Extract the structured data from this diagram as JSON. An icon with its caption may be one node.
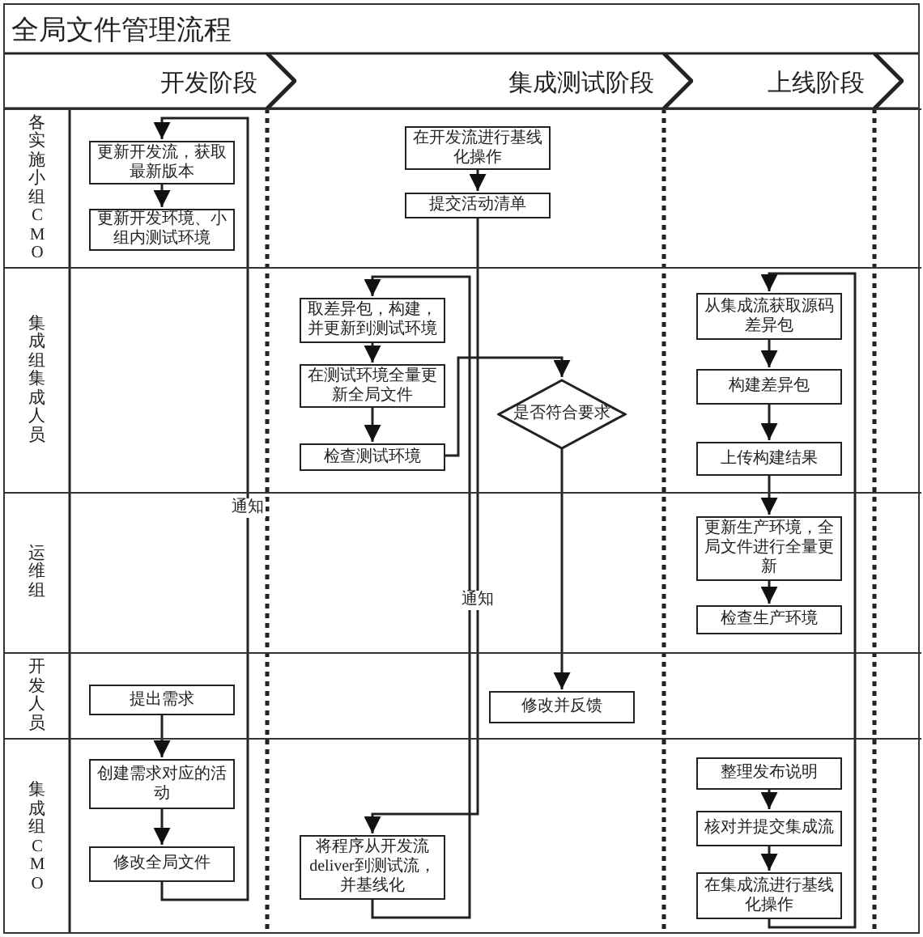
{
  "diagram": {
    "title": "全局文件管理流程",
    "nodes": [
      {
        "text": [
          "开发阶段"
        ]
      },
      {
        "text": [
          "集成测试阶段"
        ]
      },
      {
        "text": [
          "上线阶段"
        ]
      },
      {
        "text": [
          "各实施小组CMO"
        ]
      },
      {
        "text": [
          "更新开发流，获取最新版本"
        ],
        "in": 3
      },
      {
        "text": [
          "更新开发环境、小组内测试环境"
        ],
        "in": 3
      },
      {
        "text": [
          "在开发流进行基线化操作"
        ],
        "in": 3
      },
      {
        "text": [
          "提交活动清单"
        ],
        "in": 3
      },
      {
        "text": [
          "集成组集成人员"
        ]
      },
      {
        "text": [
          "取差异包，构建，并更新到测试环境"
        ],
        "in": 8
      },
      {
        "text": [
          "在测试环境全量更新全局文件"
        ],
        "in": 8
      },
      {
        "text": [
          "检查测试环境"
        ],
        "in": 8
      },
      {
        "text": [
          "是否符合要求"
        ],
        "in": 8
      },
      {
        "text": [
          "从集成流获取源码差异包"
        ],
        "in": 8
      },
      {
        "text": [
          "构建差异包"
        ],
        "in": 8
      },
      {
        "text": [
          "上传构建结果"
        ],
        "in": 8
      },
      {
        "text": [
          "运维组"
        ]
      },
      {
        "text": [
          "更新生产环境，全局文件进行全量更新"
        ],
        "in": 16
      },
      {
        "text": [
          "检查生产环境"
        ],
        "in": 16
      },
      {
        "text": [
          "开发人员"
        ]
      },
      {
        "text": [
          "提出需求"
        ],
        "in": 19
      },
      {
        "text": [
          "修改并反馈"
        ],
        "in": 19
      },
      {
        "text": [
          "集成组CMO"
        ]
      },
      {
        "text": [
          "创建需求对应的活动"
        ],
        "in": 22
      },
      {
        "text": [
          "修改全局文件"
        ],
        "in": 22
      },
      {
        "text": [
          "将程序从开发流deliver到测试流，并基线化"
        ],
        "in": 22
      },
      {
        "text": [
          "整理发布说明"
        ],
        "in": 22
      },
      {
        "text": [
          "核对并提交集成流"
        ],
        "in": 22
      },
      {
        "text": [
          "在集成流进行基线化操作"
        ],
        "in": 22
      }
    ],
    "edges": [
      {
        "from": 4,
        "to": 5,
        "arrow": "to"
      },
      {
        "from": 20,
        "to": 23,
        "arrow": "to"
      },
      {
        "from": 23,
        "to": 24,
        "arrow": "to"
      },
      {
        "from": 24,
        "to": 4,
        "arrow": "to",
        "label": "通知"
      },
      {
        "from": 6,
        "to": 7,
        "arrow": "to"
      },
      {
        "from": 7,
        "to": 25,
        "arrow": "to",
        "label": "通知"
      },
      {
        "from": 25,
        "to": 9,
        "arrow": "to"
      },
      {
        "from": 9,
        "to": 10,
        "arrow": "to"
      },
      {
        "from": 10,
        "to": 11,
        "arrow": "to"
      },
      {
        "from": 11,
        "to": 12,
        "arrow": "to"
      },
      {
        "from": 12,
        "to": 21,
        "arrow": "to"
      },
      {
        "from": 28,
        "to": 13,
        "arrow": "to"
      },
      {
        "from": 13,
        "to": 14,
        "arrow": "to"
      },
      {
        "from": 14,
        "to": 15,
        "arrow": "to"
      },
      {
        "from": 15,
        "to": 17,
        "arrow": "to"
      },
      {
        "from": 17,
        "to": 18,
        "arrow": "to"
      },
      {
        "from": 26,
        "to": 27,
        "arrow": "to"
      },
      {
        "from": 27,
        "to": 28,
        "arrow": "to"
      }
    ]
  }
}
